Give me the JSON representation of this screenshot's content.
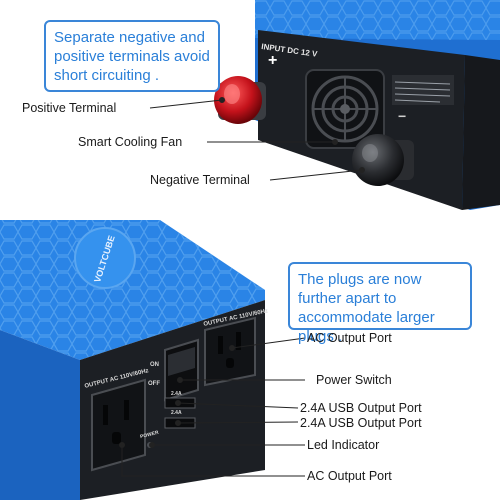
{
  "callouts": {
    "top": "Separate negative and positive terminals avoid short circuiting .",
    "bottom": "The plugs are now further apart to accommodate larger plugs ."
  },
  "labels": {
    "positive_terminal": "Positive Terminal",
    "smart_cooling_fan": "Smart Cooling Fan",
    "negative_terminal": "Negative Terminal",
    "ac_output_top": "AC Output Port",
    "power_switch": "Power Switch",
    "usb_1": "2.4A USB Output Port",
    "usb_2": "2.4A USB Output Port",
    "led_indicator": "Led Indicator",
    "ac_output_bottom": "AC Output Port"
  },
  "device_markings": {
    "input": "INPUT DC 12 V",
    "plus": "+",
    "minus": "−",
    "brand": "VOLTCUBE",
    "output_right": "OUTPUT AC 110V/60Hz",
    "output_left": "OUTPUT AC 110V/60Hz",
    "on": "ON",
    "off": "OFF",
    "usb_a": "2.4A",
    "usb_b": "2.4A",
    "power": "POWER"
  },
  "colors": {
    "accent": "#2f8be0",
    "device_blue": "#1f6fd1",
    "panel_dark": "#1c1f24",
    "terminal_red": "#c4121b"
  }
}
